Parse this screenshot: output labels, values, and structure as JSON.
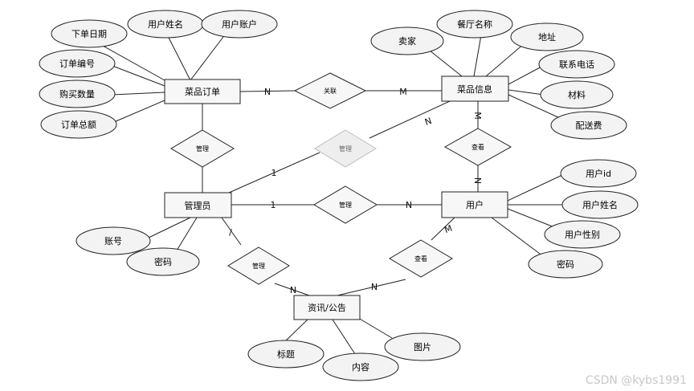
{
  "entities": {
    "dish_order": "菜品订单",
    "dish_info": "菜品信息",
    "admin": "管理员",
    "user": "用户",
    "news": "资讯/公告"
  },
  "relationships": {
    "associate": "关联",
    "manage_order": "管理",
    "manage_dish": "管理",
    "manage_user": "管理",
    "manage_news": "管理",
    "view_dish": "查看",
    "view_news": "查看"
  },
  "attributes": {
    "user_name_order": "用户姓名",
    "user_account": "用户账户",
    "order_date": "下单日期",
    "order_no": "订单编号",
    "purchase_qty": "购买数量",
    "order_total": "订单总额",
    "seller": "卖家",
    "restaurant_name": "餐厅名称",
    "address": "地址",
    "contact_phone": "联系电话",
    "material": "材料",
    "delivery_fee": "配送费",
    "account": "账号",
    "admin_password": "密码",
    "user_id": "用户id",
    "user_name": "用户姓名",
    "user_gender": "用户性别",
    "user_password": "密码",
    "title": "标题",
    "content": "内容",
    "picture": "图片"
  },
  "cardinality": {
    "order_assoc": "N",
    "assoc_dish": "M",
    "dish_manage": "N",
    "manage_admin_1": "1",
    "dish_view": "M",
    "view_user": "N",
    "admin_manage_user": "1",
    "manage_user_n": "N",
    "admin_manage_news": "/",
    "manage_news_n": "N",
    "view_news_n": "N",
    "user_view_m": "M"
  },
  "watermark": "CSDN @kybs1991"
}
